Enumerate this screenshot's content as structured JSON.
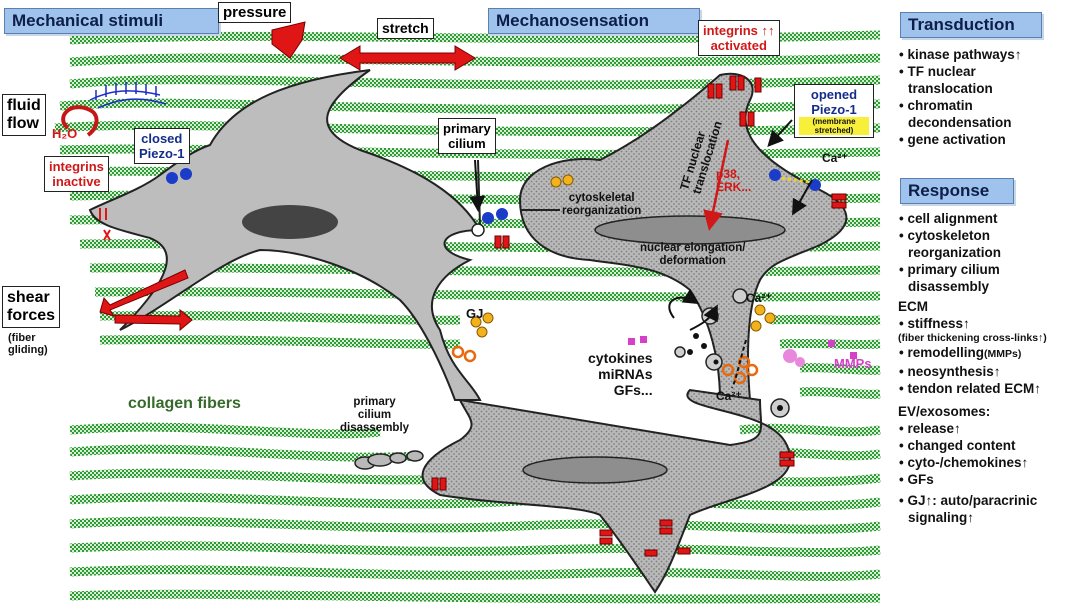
{
  "headers": {
    "stimuli": "Mechanical stimuli",
    "mechanosensation": "Mechanosensation",
    "transduction": "Transduction",
    "response": "Response"
  },
  "stimuli": {
    "pressure": "pressure",
    "stretch": "stretch",
    "fluid": "fluid\nflow",
    "water": "H₂O",
    "shear": "shear\nforces",
    "shear_note": "(fiber\ngliding)"
  },
  "labels": {
    "integrins_inactive": "integrins\ninactive",
    "closed_piezo": "closed\nPiezo-1",
    "primary_cilium": "primary\ncilium",
    "integrins_activated": "integrins ↑↑\nactivated",
    "opened_piezo": "opened\nPiezo-1",
    "membrane_stretched": "(membrane\nstretched)",
    "ca_top": "Ca²⁺",
    "cyto_reorg": "cytoskeletal\nreorganization",
    "tf_translocation": "TF nuclear\ntranslocation",
    "p38": "p38,\nERK...",
    "nuclear_elongation": "nuclear elongation/\ndeformation",
    "ca_mid": "Ca²⁺",
    "ca_low": "Ca²⁺",
    "gj": "GJ",
    "secreted": "cytokines\nmiRNAs\nGFs...",
    "mmps": "MMPs",
    "collagen": "collagen fibers",
    "cilium_disassembly": "primary\ncilium\ndisassembly"
  },
  "transduction_items": [
    "kinase pathways↑",
    "TF nuclear translocation",
    "chromatin decondensation",
    "gene activation"
  ],
  "response_items": [
    "cell alignment",
    "cytoskeleton reorganization",
    "primary cilium disassembly"
  ],
  "ecm": {
    "title": "ECM",
    "stiffness": "stiffness↑",
    "stiffness_note": "(fiber thickening cross-links↑)",
    "items": [
      "remodelling",
      "neosynthesis↑",
      "tendon related ECM↑"
    ],
    "mmps_note": "(MMPs)"
  },
  "ev": {
    "title": "EV/exosomes:",
    "items": [
      "release↑",
      "changed content",
      "cyto-/chemokines↑",
      "GFs"
    ]
  },
  "gj_signal": "GJ↑: auto/paracrinic signaling↑",
  "colors": {
    "fiber": "#2f9a36",
    "cell": "#b8b8b8",
    "arrow": "#e01616",
    "header": "#9fc3ec",
    "piezo": "#1a3cc8",
    "vesicle": "#f2b21c"
  }
}
